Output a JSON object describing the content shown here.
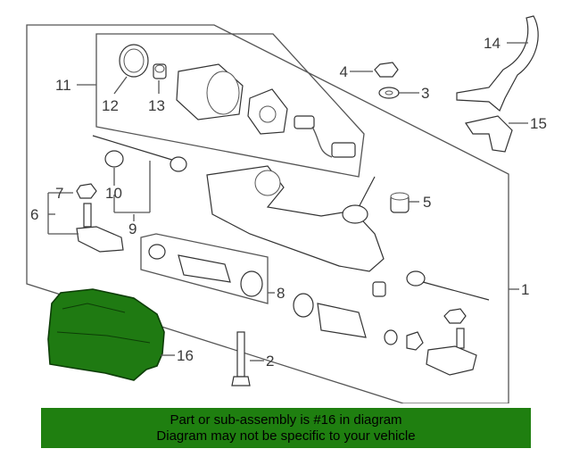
{
  "diagram": {
    "callouts": {
      "c1": "1",
      "c2": "2",
      "c3": "3",
      "c4": "4",
      "c5": "5",
      "c6": "6",
      "c7": "7",
      "c8": "8",
      "c9": "9",
      "c10": "10",
      "c11": "11",
      "c12": "12",
      "c13": "13",
      "c14": "14",
      "c15": "15",
      "c16": "16"
    },
    "highlight_color": "#1f7a12"
  },
  "banner": {
    "line1": "Part or sub-assembly is #16 in diagram",
    "line2": "Diagram may not be specific to your vehicle",
    "color": "#1f7f10"
  }
}
